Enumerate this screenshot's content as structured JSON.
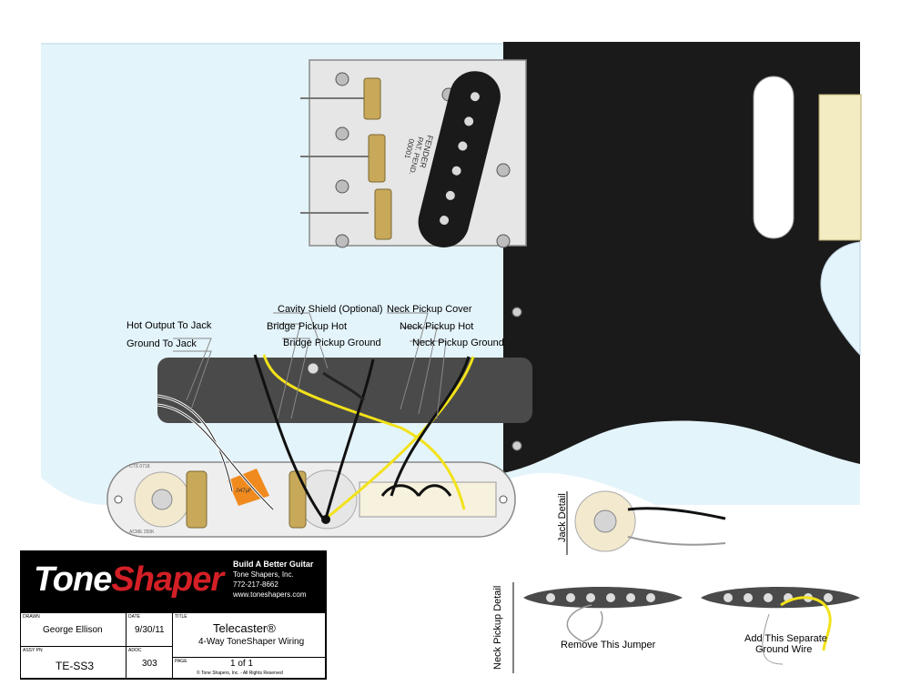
{
  "callouts": {
    "hot_output_to_jack": "Hot Output To Jack",
    "ground_to_jack": "Ground To Jack",
    "cavity_shield": "Cavity Shield (Optional)",
    "bridge_pickup_hot": "Bridge Pickup Hot",
    "bridge_pickup_ground": "Bridge Pickup Ground",
    "neck_pickup_cover": "Neck Pickup Cover",
    "neck_pickup_hot": "Neck Pickup Hot",
    "neck_pickup_ground": "Neck Pickup Ground"
  },
  "bridge_pickup": {
    "brand": "FENDER",
    "patent": "PAT. PEND.",
    "serial": "00001"
  },
  "components": {
    "pot_marking": "CTS 0718",
    "pot_marking_2": "ACME 250K",
    "capacitor": ".047µF"
  },
  "details": {
    "jack_detail": "Jack Detail",
    "neck_pickup_detail": "Neck Pickup Detail",
    "remove_jumper": "Remove This Jumper",
    "add_ground_line1": "Add This Separate",
    "add_ground_line2": "Ground Wire"
  },
  "title_block": {
    "logo_tone": "Tone",
    "logo_shaper": "Shaper",
    "tagline": "Build A Better Guitar",
    "company": "Tone Shapers, Inc.",
    "phone": "772-217-8662",
    "website": "www.toneshapers.com",
    "drawn_caption": "DRAWN",
    "drawn_by": "George Ellison",
    "date_caption": "DATE",
    "date": "9/30/11",
    "title_caption": "TITLE",
    "title": "Telecaster®",
    "subtitle": "4-Way ToneShaper Wiring",
    "assy_caption": "ASSY PN",
    "assy_pn": "TE-SS3",
    "adoc_caption": "ADOC",
    "adoc": "303",
    "page_caption": "PAGE",
    "page": "1 of 1",
    "copyright": "© Tone Shapers, Inc. - All Rights Reserved"
  },
  "colors": {
    "body": "#e4f4fb",
    "pickguard": "#1a1a1a",
    "yellow_wire": "#f2e21a",
    "chrome": "#e6e6e6",
    "brass": "#c8a95a",
    "capacitor": "#f08a1e",
    "logo_red": "#d31f26"
  }
}
